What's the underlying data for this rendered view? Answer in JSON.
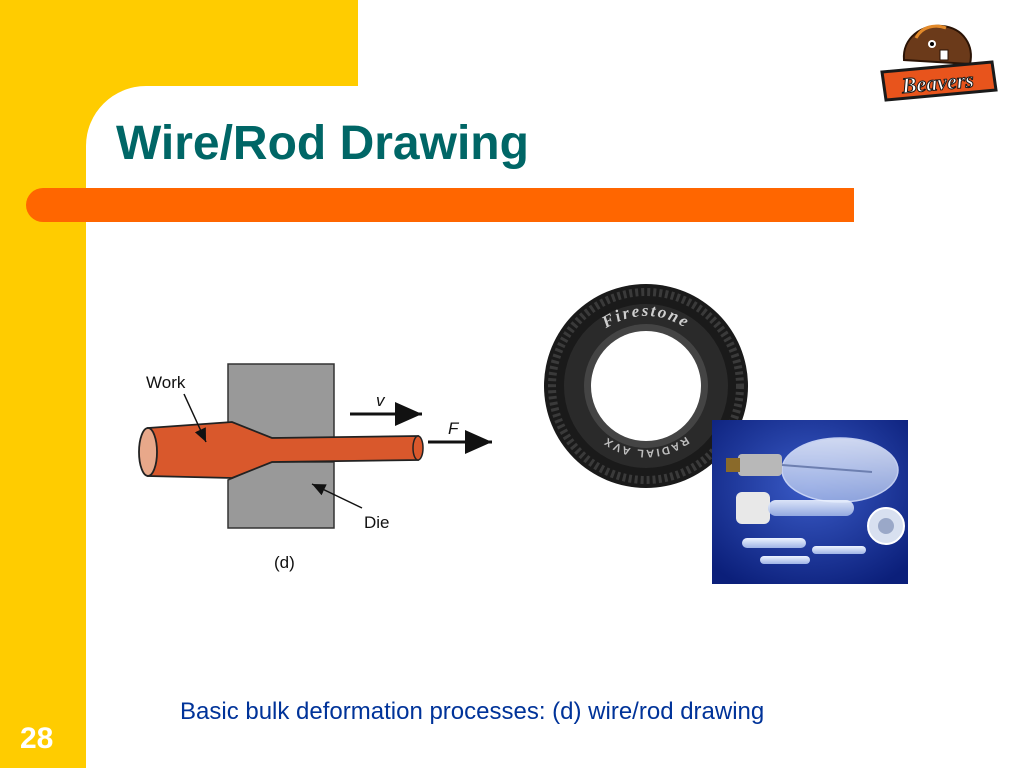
{
  "slide": {
    "title": "Wire/Rod Drawing",
    "caption": "Basic bulk deformation processes:  (d) wire/rod drawing",
    "number": "28"
  },
  "diagram": {
    "work_label": "Work",
    "die_label": "Die",
    "velocity_label": "v",
    "force_label": "F",
    "sub_label": "(d)"
  },
  "logo": {
    "text": "Beavers"
  },
  "tire": {
    "brand_text": "Firestone",
    "bottom_text": "RADIAL AVX"
  },
  "colors": {
    "frame": "#FFCC00",
    "title_bar": "#FF6600",
    "title_text": "#006666",
    "caption_text": "#003399",
    "work_piece": "#D9582C",
    "die": "#999999"
  }
}
